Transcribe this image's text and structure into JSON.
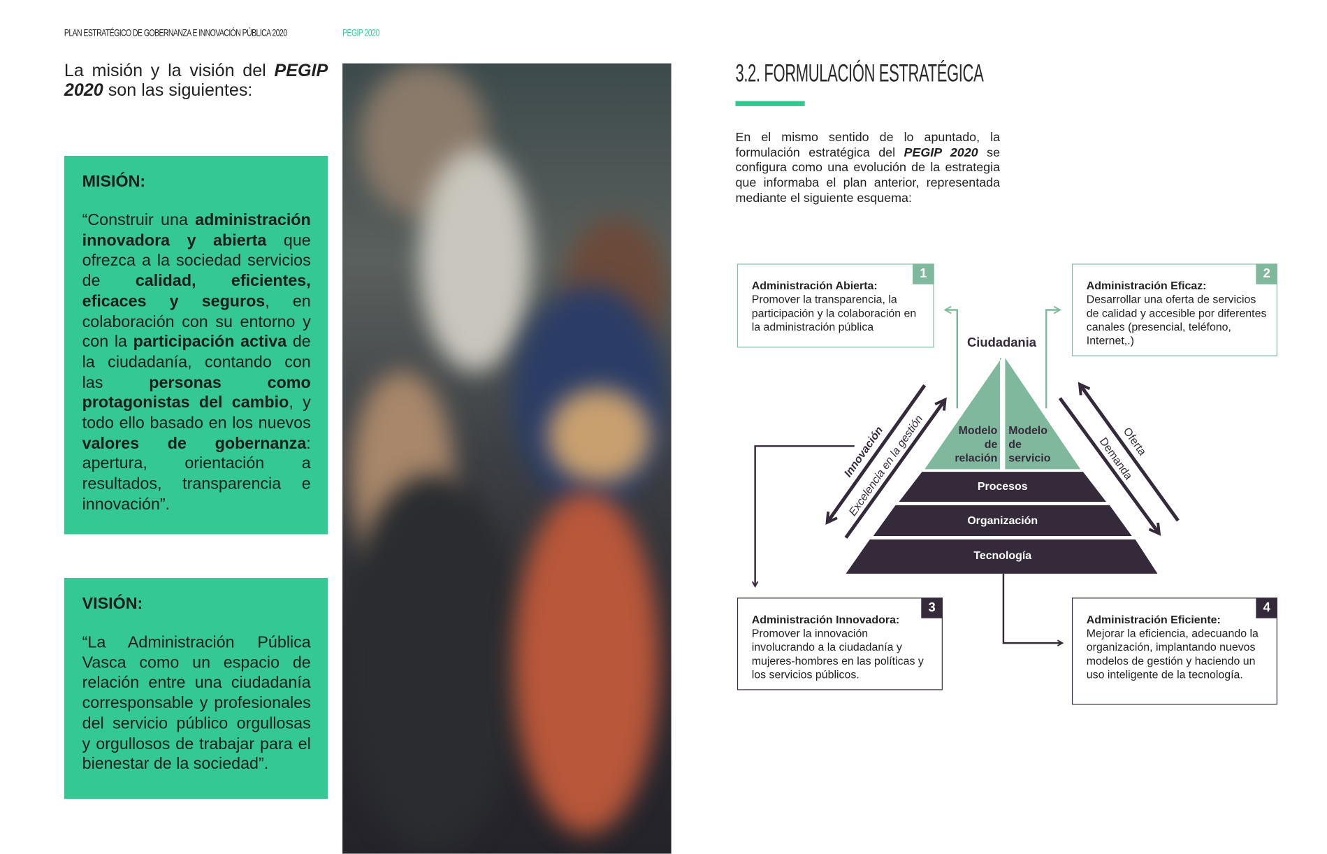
{
  "header": {
    "doc_title": "PLAN ESTRATÉGICO DE GOBERNANZA E INNOVACIÓN PÚBLICA 2020",
    "short_title": "PEGIP 2020"
  },
  "intro": {
    "pre": "La misión y la visión del ",
    "em": "PEGIP 2020",
    "post": " son las siguientes:"
  },
  "mission": {
    "title": "MISIÓN:",
    "segments": [
      {
        "text": "“Construir una ",
        "bold": false
      },
      {
        "text": "administración innovadora y abierta",
        "bold": true
      },
      {
        "text": " que ofrezca a la sociedad servicios de ",
        "bold": false
      },
      {
        "text": "calidad, eficientes, eficaces y seguros",
        "bold": true
      },
      {
        "text": ", en colaboración con su entorno y con la ",
        "bold": false
      },
      {
        "text": "participación activa",
        "bold": true
      },
      {
        "text": " de la ciudadanía, contando con las ",
        "bold": false
      },
      {
        "text": "personas como protagonistas del cambio",
        "bold": true
      },
      {
        "text": ", y todo ello basado en los nuevos ",
        "bold": false
      },
      {
        "text": "valores de gobernanza",
        "bold": true
      },
      {
        "text": ": apertura, orientación a resultados, transparencia e innovación”.",
        "bold": false
      }
    ]
  },
  "vision": {
    "title": "VISIÓN:",
    "text": "“La Administración Pública Vasca como un espacio de relación entre una ciudadanía corresponsable y profesionales del servicio público orgullosas y orgullosos de trabajar para el bienestar de la sociedad”."
  },
  "section": {
    "title": "3.2. FORMULACIÓN ESTRATÉGICA",
    "para_pre": "En el mismo sentido de lo apuntado, la formulación estratégica del ",
    "para_em": "PEGIP 2020",
    "para_post": " se configura como una evolución de la estrategia que informaba el plan anterior, representada mediante el siguiente esquema:"
  },
  "diagram": {
    "boxes": [
      {
        "number": "1",
        "title": "Administración Abierta:",
        "text": "Promover la transparencia, la participación y la colaboración en la administración pública"
      },
      {
        "number": "2",
        "title": "Administración Eficaz:",
        "text": "Desarrollar una oferta de servicios de calidad y accesible por diferentes canales (presencial, teléfono, Internet,.)"
      },
      {
        "number": "3",
        "title": "Administración Innovadora:",
        "text": "Promover la innovación involucrando a la ciudadanía y mujeres-hombres en las políticas y los servicios públicos."
      },
      {
        "number": "4",
        "title": "Administración Eficiente:",
        "text": "Mejorar la eficiencia, adecuando la organización, implantando nuevos modelos de gestión y haciendo un uso inteligente de la tecnología."
      }
    ],
    "apex_label": "Ciudadania",
    "relation": [
      "Modelo",
      "de",
      "relación"
    ],
    "service": [
      "Modelo",
      "de",
      "servicio"
    ],
    "layers": [
      "Procesos",
      "Organización",
      "Tecnología"
    ],
    "left_arrows": [
      "Innovación",
      "Excelencia en la gestión"
    ],
    "right_arrows": [
      "Oferta",
      "Demanda"
    ],
    "colors": {
      "green": "#34c994",
      "sage": "#7fb89c",
      "dark": "#352a3a"
    }
  }
}
